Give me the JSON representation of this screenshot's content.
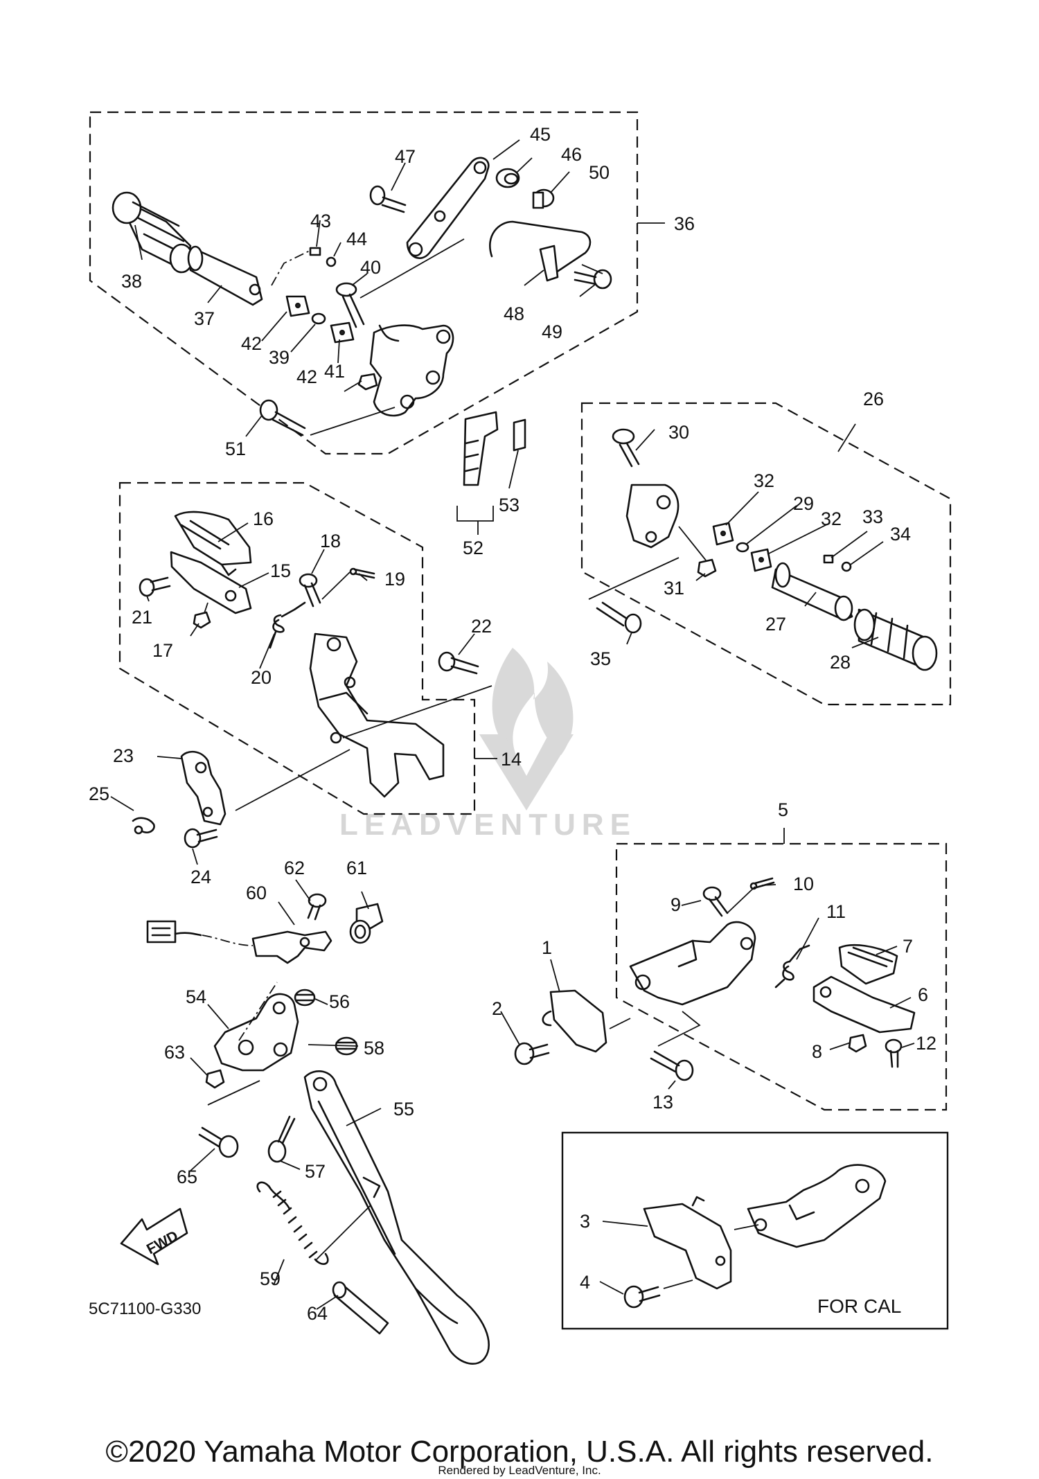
{
  "diagram": {
    "code": "5C71100-G330",
    "fwd_label": "FWD",
    "for_cal_label": "FOR CAL",
    "watermark": "LEADVENTURE",
    "copyright": "©2020 Yamaha Motor Corporation, U.S.A. All rights reserved.",
    "rendered_by": "Rendered by LeadVenture, Inc."
  },
  "callouts": {
    "c1": "1",
    "c2": "2",
    "c3": "3",
    "c4": "4",
    "c5": "5",
    "c6": "6",
    "c7": "7",
    "c8": "8",
    "c9": "9",
    "c10": "10",
    "c11": "11",
    "c12": "12",
    "c13": "13",
    "c14": "14",
    "c15": "15",
    "c16": "16",
    "c17": "17",
    "c18": "18",
    "c19": "19",
    "c20": "20",
    "c21": "21",
    "c22": "22",
    "c23": "23",
    "c24": "24",
    "c25": "25",
    "c26": "26",
    "c27": "27",
    "c28": "28",
    "c29": "29",
    "c30": "30",
    "c31": "31",
    "c32a": "32",
    "c32b": "32",
    "c33": "33",
    "c34": "34",
    "c35": "35",
    "c36": "36",
    "c37": "37",
    "c38": "38",
    "c39": "39",
    "c40": "40",
    "c41": "41",
    "c42a": "42",
    "c42b": "42",
    "c43": "43",
    "c44": "44",
    "c45": "45",
    "c46": "46",
    "c47": "47",
    "c48": "48",
    "c49": "49",
    "c50": "50",
    "c51": "51",
    "c52": "52",
    "c53": "53",
    "c54": "54",
    "c55": "55",
    "c56": "56",
    "c57": "57",
    "c58": "58",
    "c59": "59",
    "c60": "60",
    "c61": "61",
    "c62": "62",
    "c63": "63",
    "c64": "64",
    "c65": "65"
  }
}
